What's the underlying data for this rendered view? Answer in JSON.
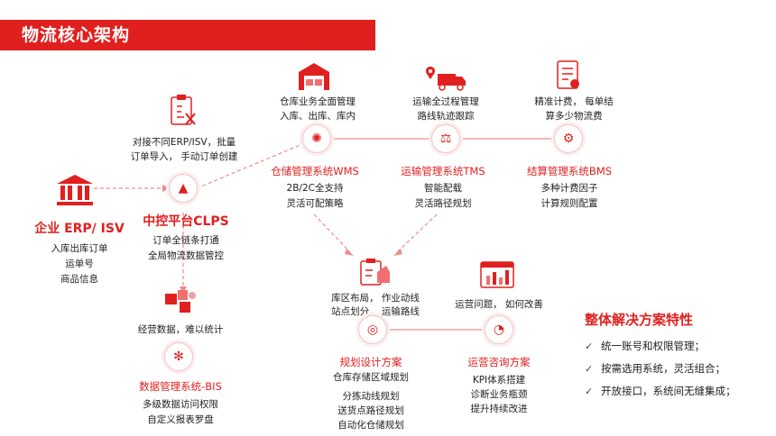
{
  "title": "物流核心架构",
  "enterprise": {
    "title": "企业 ERP/ ISV",
    "lines": [
      "入库出库订单",
      "运单号",
      "商品信息"
    ]
  },
  "clps": {
    "top_note": [
      "对接不同ERP/ISV，批量",
      "订单导入， 手动订单创建"
    ],
    "title": "中控平台CLPS",
    "lines": [
      "订单全链条打通",
      "全局物流数据管控"
    ]
  },
  "bis": {
    "top_note": [
      "经营数据，难以统计"
    ],
    "title": "数据管理系统-BIS",
    "lines": [
      "多级数据访问权限",
      "自定义报表罗盘"
    ]
  },
  "wms": {
    "top_note": [
      "仓库业务全面管理",
      "入库、出库、库内"
    ],
    "title": "仓储管理系统WMS",
    "lines": [
      "2B/2C全支持",
      "灵活可配策略"
    ]
  },
  "tms": {
    "top_note": [
      "运输全过程管理",
      "路线轨迹跟踪"
    ],
    "title": "运输管理系统TMS",
    "lines": [
      "智能配载",
      "灵活路径规划"
    ]
  },
  "bms": {
    "top_note": [
      "精准计费， 每单结",
      "算多少物流费"
    ],
    "title": "结算管理系统BMS",
    "lines": [
      "多种计费因子",
      "计算规则配置"
    ]
  },
  "planning": {
    "top_note": [
      "库区布局， 作业动线",
      "站点划分， 运输路线"
    ],
    "title": "规划设计方案",
    "lines": [
      "仓库存储区域规划",
      "分拣动线规划",
      "送货点路径规划",
      "自动化仓储规划"
    ]
  },
  "consulting": {
    "top_note": [
      "运营问题， 如何改善"
    ],
    "title": "运营咨询方案",
    "lines": [
      "KPI体系搭建",
      "诊断业务瓶颈",
      "提升持续改进"
    ]
  },
  "features": {
    "title": "整体解决方案特性",
    "items": [
      "统一账号和权限管理；",
      "按需选用系统，灵活组合；",
      "开放接口，系统间无缝集成；"
    ]
  },
  "colors": {
    "accent": "#e0201f",
    "line": "#f08a8a"
  }
}
